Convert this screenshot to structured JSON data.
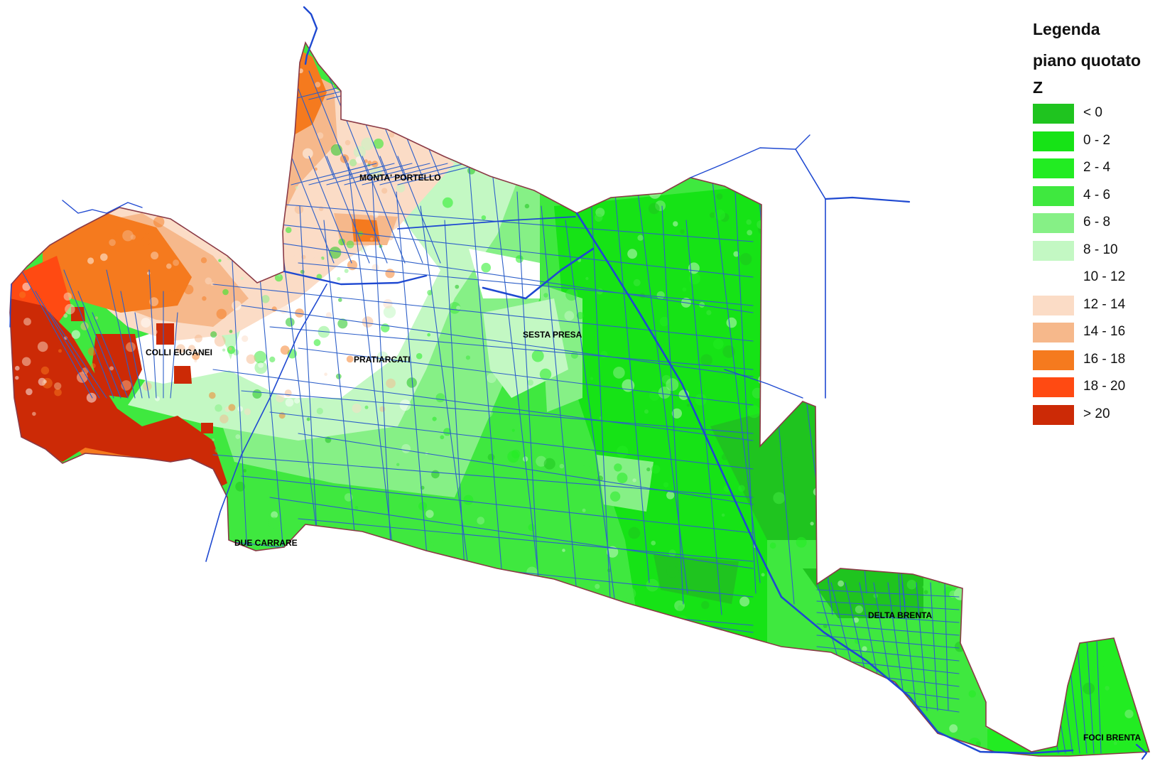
{
  "legend": {
    "heading": "Legenda",
    "subheading": "piano quotato",
    "variable": "Z",
    "items": [
      {
        "label": "< 0",
        "color": "#1fc41f"
      },
      {
        "label": "0 - 2",
        "color": "#16e316"
      },
      {
        "label": "2 - 4",
        "color": "#22ec22"
      },
      {
        "label": "4 - 6",
        "color": "#3fe83f"
      },
      {
        "label": "6 - 8",
        "color": "#86f086"
      },
      {
        "label": "8 - 10",
        "color": "#c3f8c3"
      },
      {
        "label": "10 - 12",
        "color": "#ffffff"
      },
      {
        "label": "12 - 14",
        "color": "#fbdcc6"
      },
      {
        "label": "14 - 16",
        "color": "#f6b88b"
      },
      {
        "label": "16 - 18",
        "color": "#f57a1e"
      },
      {
        "label": "18 - 20",
        "color": "#ff4a12"
      },
      {
        "label": "> 20",
        "color": "#cc2a06"
      }
    ]
  },
  "regions": {
    "colli_euganei": "COLLI EUGANEI",
    "monta_portello": "MONTA' PORTELLO",
    "pratiarcati": "PRATIARCATI",
    "sesta_presa": "SESTA PRESA",
    "due_carrare": "DUE CARRARE",
    "delta_brenta": "DELTA BRENTA",
    "foci_brenta": "FOCI BRENTA"
  },
  "colors": {
    "canal": "#2d5fc9",
    "river": "#1f49d1",
    "boundary": "#8a3a46"
  }
}
